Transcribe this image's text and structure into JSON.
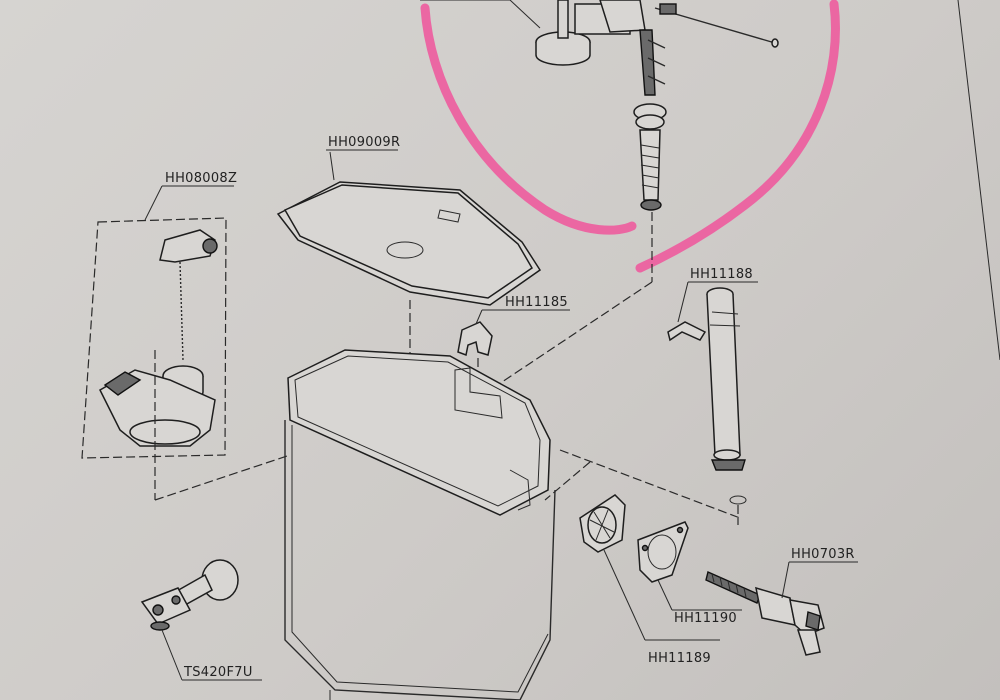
{
  "labels": {
    "fill_valve": "HH08008Z",
    "tank_lid": "HH09009R",
    "clip": "HH11185",
    "overflow_tube": "HH11188",
    "flush_lever": "HH0703R",
    "gasket_plate": "HH11190",
    "seal_ring": "HH11189",
    "supply_stop": "TS420F7U"
  },
  "colors": {
    "highlight": "#f0559b",
    "ink": "#222222",
    "paper": "#d2d0cd"
  }
}
